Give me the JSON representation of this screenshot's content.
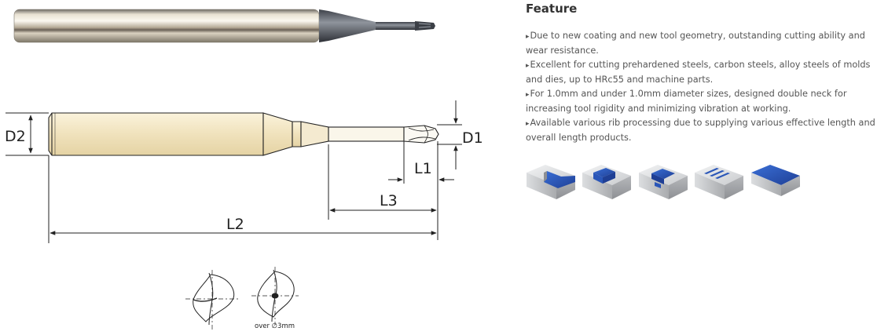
{
  "diagram": {
    "labels": {
      "d1": "D1",
      "d2": "D2",
      "l1": "L1",
      "l2": "L2",
      "l3": "L3"
    },
    "cross_section_note": "over ∅3mm"
  },
  "feature": {
    "title": "Feature",
    "items": [
      "Due to new coating and new tool geometry, outstanding cutting ability and wear resistance.",
      "Excellent for cutting prehardened steels, carbon steels, alloy steels of molds and dies, up to HRc55 and machine parts.",
      "For 1.0mm and under 1.0mm diameter sizes, designed double neck for increasing tool rigidity and minimizing vibration at working.",
      "Available various rib processing due to supplying various effective length and overall length products."
    ],
    "bullet": "▸"
  },
  "colors": {
    "shank": "#f2e6c4",
    "coating": "#5a5e66",
    "block_face": "#d9dbdd",
    "block_accent": "#2a56b8"
  }
}
